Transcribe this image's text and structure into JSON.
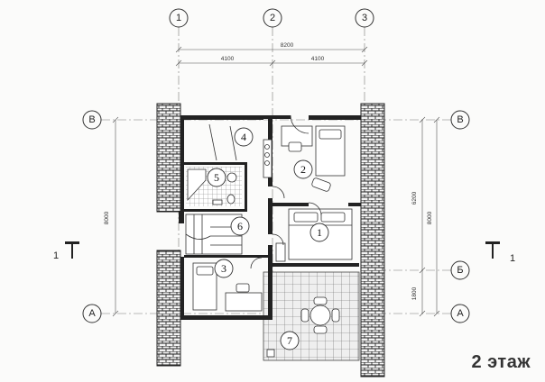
{
  "axes_top": [
    "1",
    "2",
    "3"
  ],
  "axes_side": {
    "top": "В",
    "middle": "Б",
    "bottom": "А"
  },
  "dimensions": {
    "overall_width": "8200",
    "span_left": "4100",
    "span_right": "4100",
    "left_overall": "8000",
    "right_upper": "6200",
    "right_overall": "8000",
    "right_lower": "1800"
  },
  "section_marks": {
    "left": "1",
    "right": "1"
  },
  "rooms": [
    "1",
    "2",
    "3",
    "4",
    "5",
    "6",
    "7"
  ],
  "floor_label": "2 этаж"
}
